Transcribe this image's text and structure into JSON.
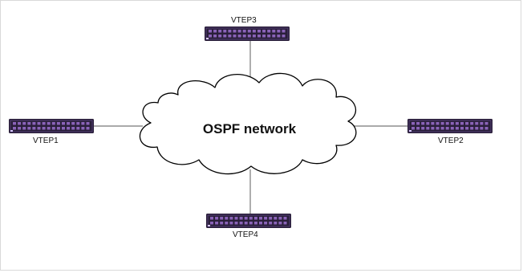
{
  "diagram": {
    "cloud_label": "OSPF network",
    "nodes": [
      {
        "id": "vtep3",
        "label": "VTEP3"
      },
      {
        "id": "vtep1",
        "label": "VTEP1"
      },
      {
        "id": "vtep2",
        "label": "VTEP2"
      },
      {
        "id": "vtep4",
        "label": "VTEP4"
      }
    ],
    "colors": {
      "switch_body": "#2a1f3a",
      "switch_port": "#8a63b8",
      "link": "#777777",
      "cloud_stroke": "#000000"
    }
  }
}
